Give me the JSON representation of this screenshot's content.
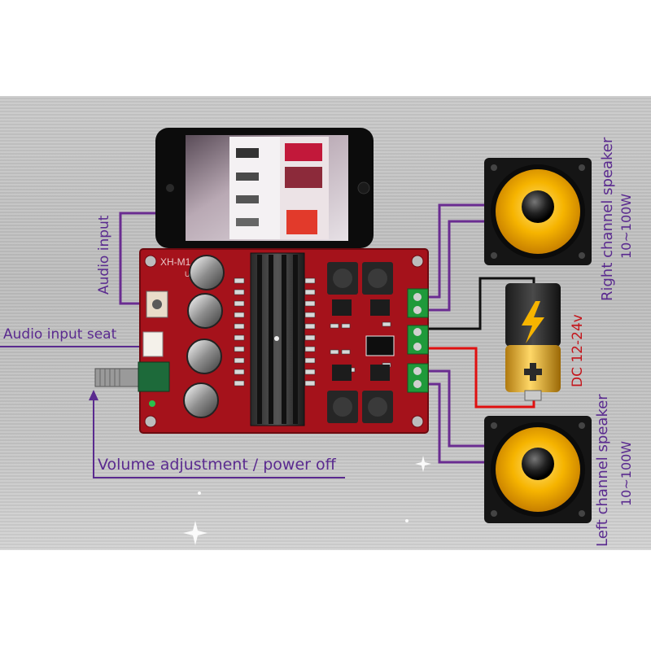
{
  "labels": {
    "audio_input": "Audio input",
    "audio_input_seat": "Audio input seat",
    "volume_adjustment": "Volume adjustment / power off",
    "right_speaker": "Right channel speaker",
    "right_power": "10~100W",
    "left_speaker": "Left channel speaker",
    "left_power": "10~100W",
    "dc_voltage": "DC 12-24v"
  },
  "board": {
    "model": "XH-M1",
    "rev": "U3"
  },
  "colors": {
    "annotation": "#5a2a8f",
    "dc_label": "#c4161c",
    "wire_purple": "#6a2c91",
    "wire_red": "#e01010",
    "wire_black": "#111111",
    "board": "#a5121b",
    "speaker_cone": "#f4b400",
    "terminal": "#1f9a3a"
  },
  "icons": [
    "smartphone-icon",
    "speaker-icon",
    "battery-icon",
    "lightning-icon",
    "plus-icon",
    "potentiometer-icon"
  ]
}
